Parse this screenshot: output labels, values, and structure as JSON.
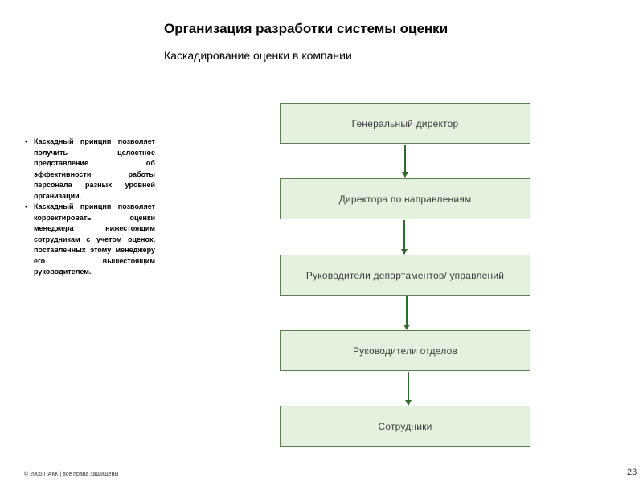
{
  "header": {
    "title": "Организация разработки системы оценки",
    "subtitle": "Каскадирование оценки в компании"
  },
  "bullets": [
    "Каскадный принцип позволяет получить целостное представление об эффективности работы персонала разных уровней организации.",
    "Каскадный принцип позволяет корректировать оценки менеджера нижестоящим сотрудникам с учетом оценок, поставленных этому менеджеру его вышестоящим руководителем."
  ],
  "bullet_symbol": "•",
  "hierarchy": {
    "levels": [
      "Генеральный директор",
      "Директора по направлениям",
      "Руководители департаментов/ управлений",
      "Руководители отделов",
      "Сотрудники"
    ],
    "box_fill": "#e3f1de",
    "box_border": "#5d7d52",
    "arrow_color": "#2f6b2a"
  },
  "footer": {
    "copyright": "© 2005 ПАКК | все права защищены",
    "page_number": "23"
  }
}
